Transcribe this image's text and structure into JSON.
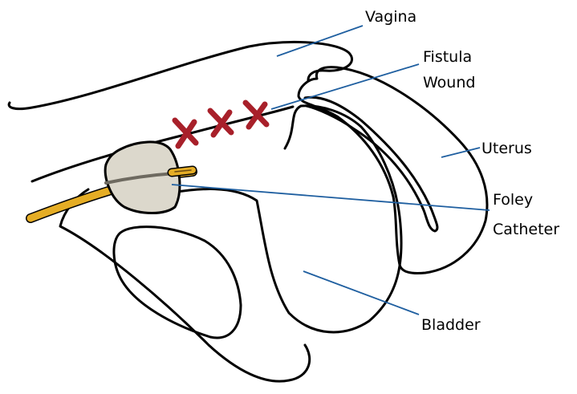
{
  "labels": {
    "vagina": "Vagina",
    "fistula_wound_line1": "Fistula",
    "fistula_wound_line2": "Wound",
    "uterus": "Uterus",
    "foley_catheter_line1": "Foley",
    "foley_catheter_line2": "Catheter",
    "bladder": "Bladder"
  },
  "colors": {
    "outline": "#000000",
    "leader_line": "#1f5fa0",
    "suture_marks": "#a8202a",
    "catheter_tube": "#e5ad25",
    "catheter_balloon": "#dcd8cc",
    "background": "#ffffff"
  },
  "suture_count": 3
}
